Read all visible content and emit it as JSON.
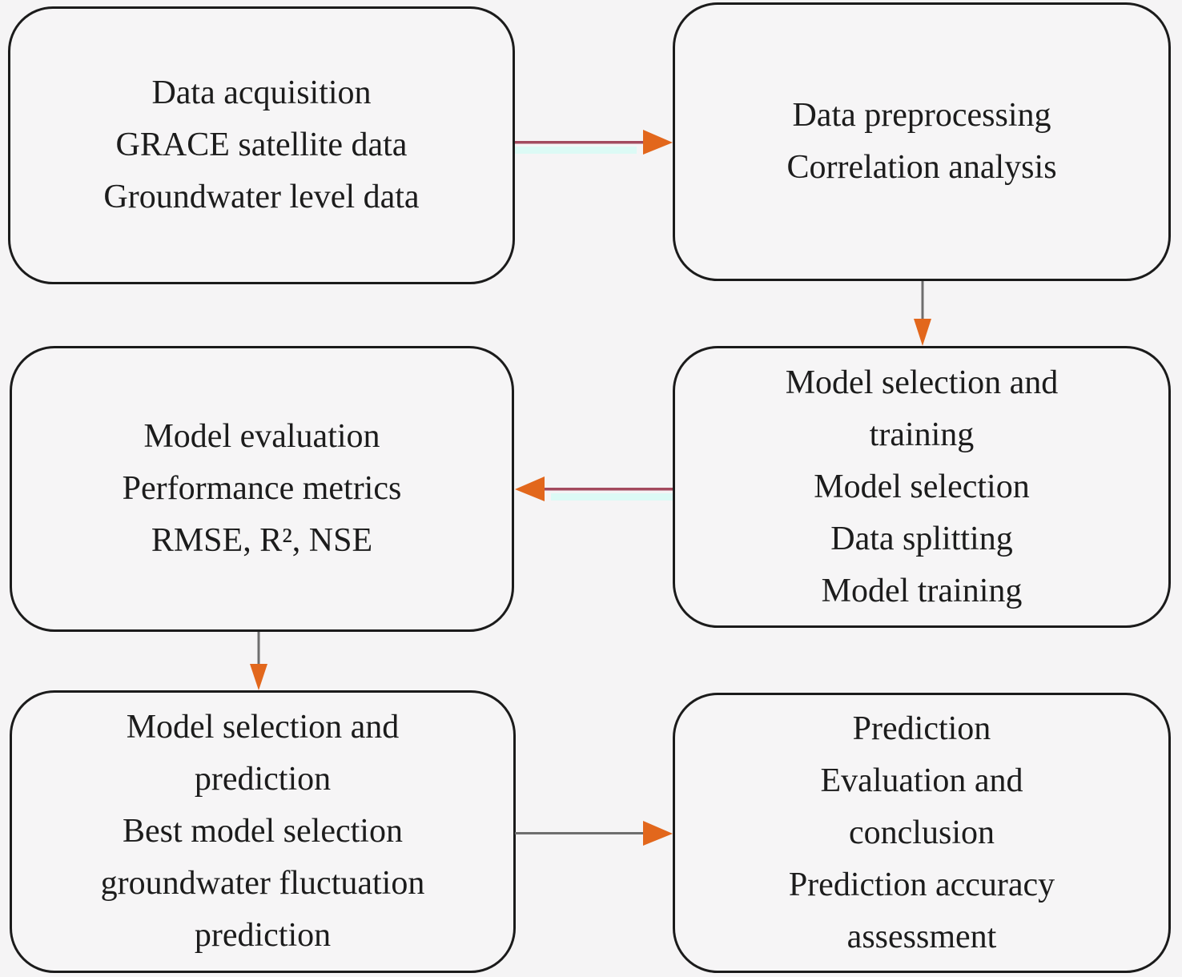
{
  "diagram": {
    "background_color": "#f5f4f5",
    "box_fill_color": "#f6f5f6",
    "box_border_color": "#1b1b1b",
    "text_color": "#1c1c1c",
    "boxes": [
      {
        "name": "data-acquisition",
        "lines": [
          "Data acquisition",
          "GRACE satellite data",
          "Groundwater level data"
        ]
      },
      {
        "name": "data-preprocessing",
        "lines": [
          "Data preprocessing",
          "Correlation analysis"
        ]
      },
      {
        "name": "model-selection-and-training",
        "lines": [
          "Model selection and",
          "training",
          "Model selection",
          "Data splitting",
          "Model training"
        ]
      },
      {
        "name": "model-evaluation",
        "lines": [
          "Model evaluation",
          "Performance metrics",
          "RMSE, R², NSE"
        ]
      },
      {
        "name": "model-selection-and-prediction",
        "lines": [
          "Model selection and",
          "prediction",
          "Best model selection",
          "groundwater fluctuation",
          "prediction"
        ]
      },
      {
        "name": "prediction-evaluation-conclusion",
        "lines": [
          "Prediction",
          "Evaluation and",
          "conclusion",
          "Prediction accuracy",
          "assessment"
        ]
      }
    ],
    "arrows": [
      {
        "name": "arrow-acquisition-to-preprocessing",
        "from": "data-acquisition",
        "to": "data-preprocessing",
        "direction": "right"
      },
      {
        "name": "arrow-preprocessing-to-training",
        "from": "data-preprocessing",
        "to": "model-selection-and-training",
        "direction": "down"
      },
      {
        "name": "arrow-training-to-evaluation",
        "from": "model-selection-and-training",
        "to": "model-evaluation",
        "direction": "left"
      },
      {
        "name": "arrow-evaluation-to-prediction",
        "from": "model-evaluation",
        "to": "model-selection-and-prediction",
        "direction": "down"
      },
      {
        "name": "arrow-prediction-to-conclusion",
        "from": "model-selection-and-prediction",
        "to": "prediction-evaluation-conclusion",
        "direction": "right"
      }
    ],
    "colors": {
      "line_crimson": "#a34a5e",
      "band_cyan": "#dcfaf5",
      "line_gray": "#6e6e6e",
      "head_orange": "#e2671c"
    }
  }
}
